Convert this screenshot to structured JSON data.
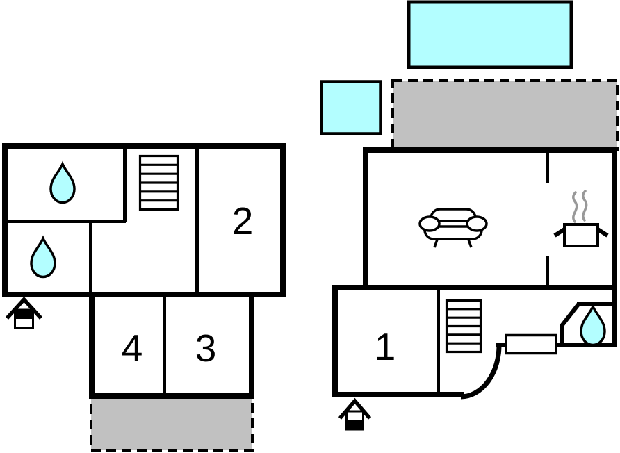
{
  "colors": {
    "water": "#b3feff",
    "terrace": "#c1c1c1",
    "wall": "#000000",
    "steam": "#999999"
  },
  "plans": {
    "upper": {
      "rooms": {
        "room2": "2",
        "room4": "4",
        "room3": "3"
      }
    },
    "ground": {
      "rooms": {
        "room1": "1"
      }
    }
  }
}
